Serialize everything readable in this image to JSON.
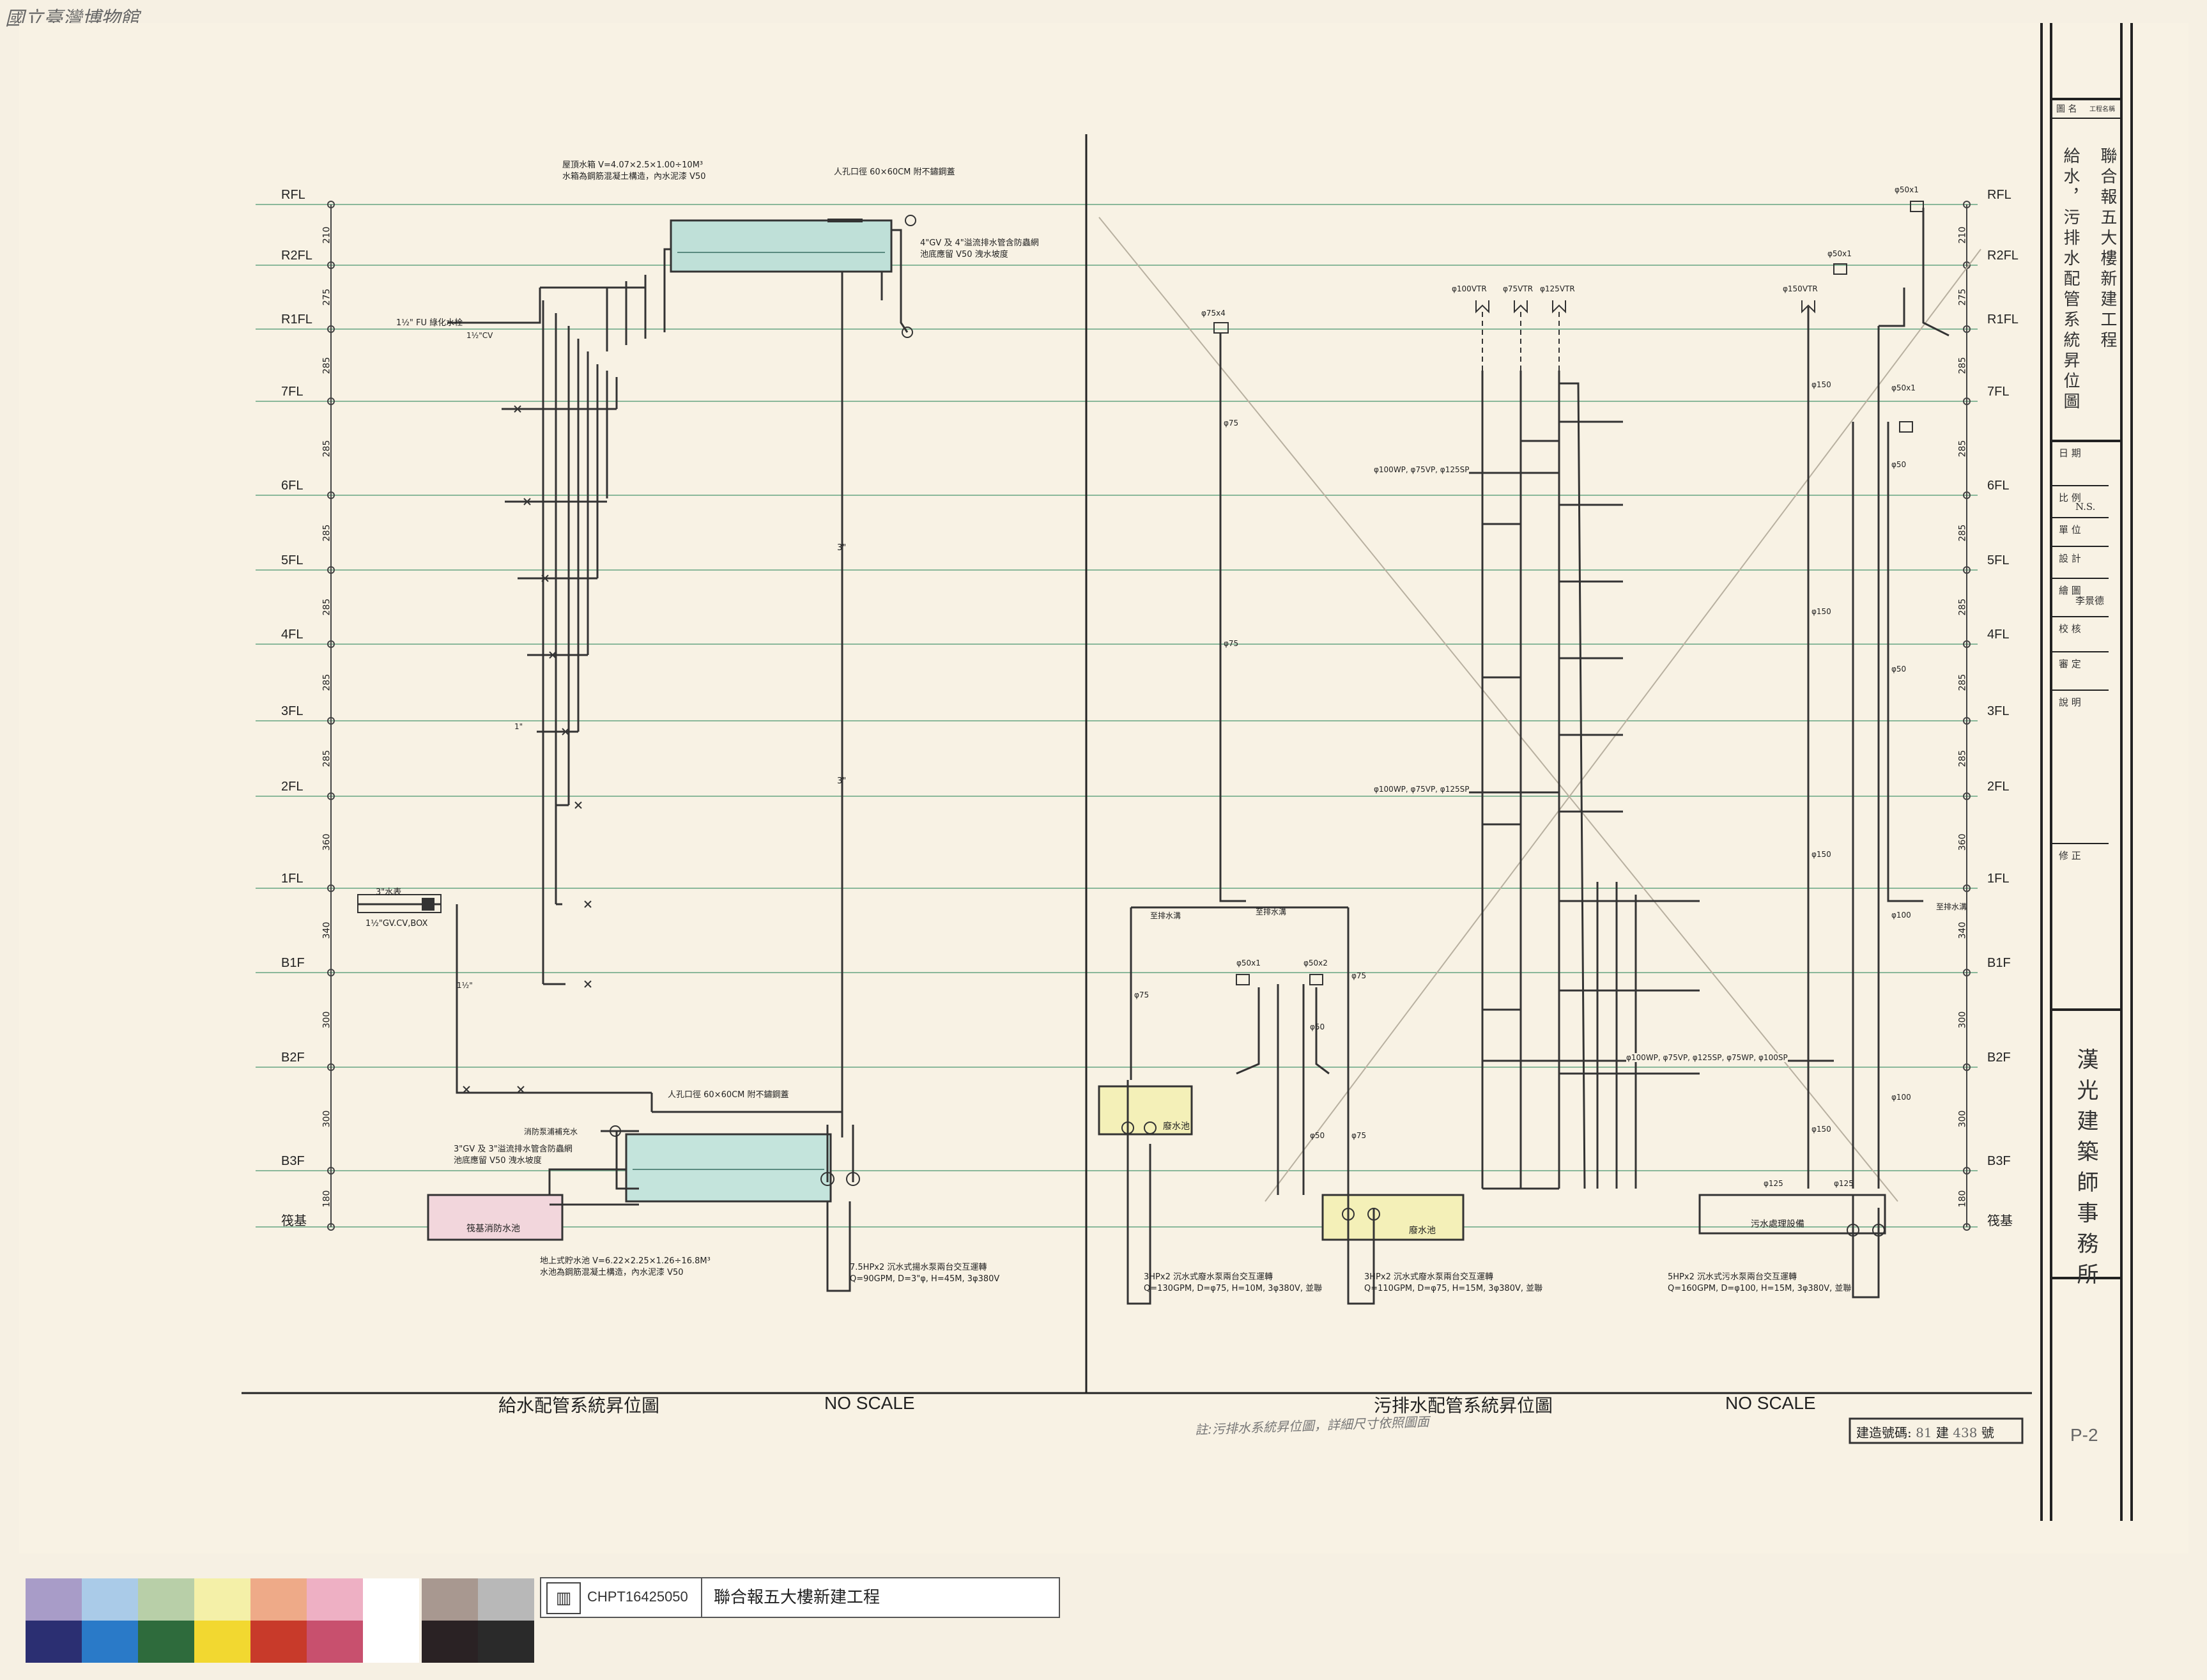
{
  "museum_watermark": "國立臺灣博物館",
  "floors": [
    {
      "name": "RFL",
      "height": "210"
    },
    {
      "name": "R2FL",
      "height": "275"
    },
    {
      "name": "R1FL",
      "height": "285"
    },
    {
      "name": "7FL",
      "height": "285"
    },
    {
      "name": "6FL",
      "height": "285"
    },
    {
      "name": "5FL",
      "height": "285"
    },
    {
      "name": "4FL",
      "height": "285"
    },
    {
      "name": "3FL",
      "height": "285"
    },
    {
      "name": "2FL",
      "height": "360"
    },
    {
      "name": "1FL",
      "height": "340"
    },
    {
      "name": "B1F",
      "height": "300"
    },
    {
      "name": "B2F",
      "height": "300"
    },
    {
      "name": "B3F",
      "height": "180"
    },
    {
      "name": "筏基",
      "height": ""
    }
  ],
  "water_supply": {
    "title": "給水配管系統昇位圖",
    "scale": "NO SCALE",
    "roof_tank_note_1": "屋頂水箱 V=4.07×2.5×1.00÷10M³",
    "roof_tank_note_2": "水箱為鋼筋混凝土構造，內水泥漆 V50",
    "manhole_note": "人孔口徑 60×60CM 附不鏽鋼蓋",
    "gv_note_1": "4\"GV 及 4\"溢流排水管含防蟲網",
    "gv_note_2": "池底應留 V50 洩水坡度",
    "fu_label": "1½\" FU 綠化水栓",
    "cv_label": "1½\"CV",
    "fire_pump_note": "消防泵浦補充水",
    "pump_note_1": "7.5HPx2 沉水式揚水泵兩台交互運轉",
    "pump_note_2": "Q=90GPM, D=3\"φ, H=45M, 3φ380V",
    "ground_tank_1": "地上式貯水池 V=6.22×2.25×1.26÷16.8M³",
    "ground_tank_2": "水池為鋼筋混凝土構造，內水泥漆 V50",
    "fire_pool": "筏基消防水池",
    "meter": "3\"水表",
    "box": "1½\"GV.CV,BOX",
    "pipe_3in": "3\"",
    "pipe_1half": "1½\"",
    "pipe_1": "1\"",
    "manhole_2": "人孔口徑 60×60CM 附不鏽鋼蓋",
    "gv_note_b1": "3\"GV 及 3\"溢流排水管含防蟲網",
    "gv_note_b2": "池底應留 V50 洩水坡度"
  },
  "drainage": {
    "title": "污排水配管系統昇位圖",
    "scale": "NO SCALE",
    "note": "註:污排水系統昇位圖，詳細尺寸依照圖面",
    "vtr": [
      "φ100VTR",
      "φ75VTR",
      "φ125VTR"
    ],
    "vtr_right": "φ150VTR",
    "cap_75x4": "φ75x4",
    "cap_50x1": "φ50x1",
    "cap_50x2": "φ50x2",
    "riser_tag_1": "φ100WP, φ75VP, φ125SP",
    "riser_tag_2": "φ100WP, φ75VP, φ125SP",
    "riser_tag_3": "φ100WP, φ75VP, φ125SP, φ75WP, φ100SP",
    "phi75": "φ75",
    "phi50": "φ50",
    "phi150": "φ150",
    "phi100": "φ100",
    "phi125": "φ125",
    "to_drain": "至排水溝",
    "waste_pit_1": "廢水池",
    "waste_pit_2": "廢水池",
    "sewage_plant": "污水處理設備",
    "pump_a_1": "3HPx2 沉水式廢水泵兩台交互運轉",
    "pump_a_2": "Q=130GPM, D=φ75, H=10M, 3φ380V, 並聯",
    "pump_b_1": "3HPx2 沉水式廢水泵兩台交互運轉",
    "pump_b_2": "Q=110GPM, D=φ75, H=15M, 3φ380V, 並聯",
    "pump_c_1": "5HPx2 沉水式污水泵兩台交互運轉",
    "pump_c_2": "Q=160GPM, D=φ100, H=15M, 3φ380V, 並聯"
  },
  "permit": {
    "label": "建造號碼:",
    "year": "81",
    "word": "建",
    "number": "438",
    "suffix": "號"
  },
  "title_block": {
    "drawing_label": "圖 名",
    "project_label": "工程名稱",
    "project_name": "聯合報五大樓新建工程",
    "drawing_name": "給水，污排水配管系統昇位圖",
    "rows": [
      {
        "label": "日 期",
        "value": ""
      },
      {
        "label": "比 例",
        "value": "N.S."
      },
      {
        "label": "單 位",
        "value": ""
      },
      {
        "label": "設 計",
        "value": ""
      },
      {
        "label": "繪 圖",
        "value": "李景德"
      },
      {
        "label": "校 核",
        "value": ""
      },
      {
        "label": "審 定",
        "value": ""
      },
      {
        "label": "說 明",
        "value": ""
      },
      {
        "label": "修 正",
        "value": ""
      }
    ],
    "firm": "漢光建築師事務所",
    "sheet_no": "P-2"
  },
  "color_strip": {
    "top": [
      "#a89cc8",
      "#aacbe8",
      "#b8cfa8",
      "#f4f0a8",
      "#eeaa88",
      "#eeb0c4",
      "#ffffff",
      "#a89890",
      "#b8b8b8"
    ],
    "bottom": [
      "#2b2f72",
      "#2a7ac8",
      "#2e6b3c",
      "#f2d830",
      "#c83a2a",
      "#c8506e",
      "#ffffff",
      "#2a2224",
      "#2a2a2a"
    ]
  },
  "archive_label": {
    "code": "CHPT16425050",
    "title": "聯合報五大樓新建工程"
  }
}
